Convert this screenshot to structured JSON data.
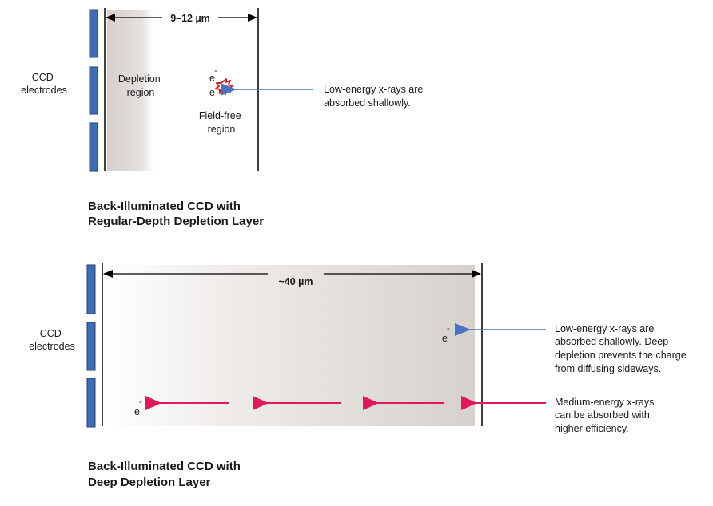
{
  "top": {
    "dimension_label": "9–12 µm",
    "electrodes_label": [
      "CCD",
      "electrodes"
    ],
    "depletion_label": [
      "Depletion",
      "region"
    ],
    "fieldfree_label": [
      "Field-free",
      "region"
    ],
    "electron_1": "e",
    "electron_2": "e",
    "electron_sup": "-",
    "xray_note": [
      "Low-energy x-rays are",
      "absorbed shallowly."
    ],
    "title": [
      "Back-Illuminated CCD with",
      "Regular-Depth Depletion Layer"
    ]
  },
  "bottom": {
    "dimension_label": "~40 µm",
    "electrodes_label": [
      "CCD",
      "electrodes"
    ],
    "electron_upper": "e",
    "electron_lower": "e",
    "electron_sup": "-",
    "low_energy_note": [
      "Low-energy x-rays are",
      "absorbed shallowly. Deep",
      "depletion prevents the charge",
      "from diffusing sideways."
    ],
    "medium_energy_note": [
      "Medium-energy x-rays",
      "can be absorbed with",
      "higher efficiency."
    ],
    "title": [
      "Back-Illuminated CCD with",
      "Deep Depletion Layer"
    ]
  },
  "colors": {
    "electrode": "#3f6db5",
    "blue_arrow": "#4a72c0",
    "pink_arrow": "#e2175f",
    "burst": "#e02020",
    "depletion_shade": "#d8d3cf"
  }
}
